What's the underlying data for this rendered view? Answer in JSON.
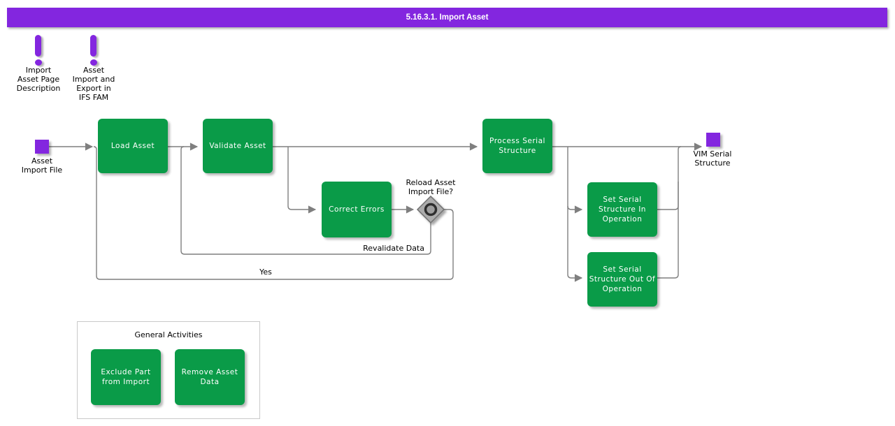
{
  "header": {
    "title": "5.16.3.1. Import Asset"
  },
  "notes": {
    "note1": {
      "label": "Import\nAsset Page\nDescription"
    },
    "note2": {
      "label": "Asset\nImport and\nExport in\nIFS FAM"
    }
  },
  "artifacts": {
    "asset_import_file": {
      "label": "Asset\nImport File"
    },
    "vim_serial_structure": {
      "label": "VIM Serial\nStructure"
    }
  },
  "activities": {
    "load_asset": {
      "label": "Load Asset"
    },
    "validate_asset": {
      "label": "Validate Asset"
    },
    "correct_errors": {
      "label": "Correct Errors"
    },
    "process_serial_structure": {
      "label": "Process Serial Structure"
    },
    "set_serial_in": {
      "label": "Set Serial Structure In Operation"
    },
    "set_serial_out": {
      "label": "Set Serial Structure Out Of Operation"
    }
  },
  "decision": {
    "label": "Reload Asset\nImport File?"
  },
  "edge_labels": {
    "revalidate": "Revalidate Data",
    "yes": "Yes"
  },
  "general_activities": {
    "title": "General Activities",
    "exclude_part": {
      "label": "Exclude Part from Import"
    },
    "remove_asset": {
      "label": "Remove Asset Data"
    }
  },
  "colors": {
    "purple": "#8326DF",
    "green": "#0A9B48",
    "line": "#7F7F7F",
    "diamond_fill": "#ACACAC"
  }
}
